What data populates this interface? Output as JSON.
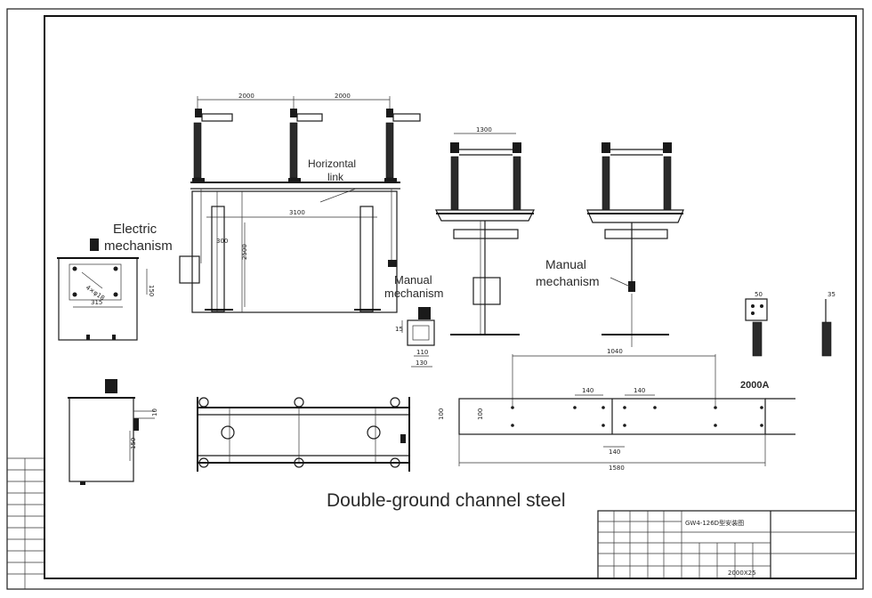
{
  "labels": {
    "electric_mechanism": [
      "Electric",
      "mechanism"
    ],
    "horizontal_link": [
      "Horizontal",
      "link"
    ],
    "manual_mechanism_1": [
      "Manual",
      "mechanism"
    ],
    "manual_mechanism_2": [
      "Manual",
      "mechanism"
    ],
    "bottom_caption": "Double-ground channel steel",
    "rating": "2000A"
  },
  "dimensions": {
    "span_left": "2000",
    "span_right": "2000",
    "base_width": "3100",
    "height": "2500",
    "col_offset": "300",
    "top_1300": "1300",
    "mech_h1": "150",
    "mech_w1": "315",
    "mech_h2": "15",
    "mech_w2": "110",
    "mech_w3": "130",
    "plate_1040": "1040",
    "plate_140a": "140",
    "plate_140b": "140",
    "plate_140c": "140",
    "plate_1580": "1580",
    "plate_h100": "100",
    "plate_h100b": "100",
    "part_50": "50",
    "part_35": "35",
    "side_150": "150",
    "side_10": "10"
  },
  "title_block": {
    "drawing_name": "GW4-126D型安装图",
    "drawing_no": "2000X25"
  }
}
